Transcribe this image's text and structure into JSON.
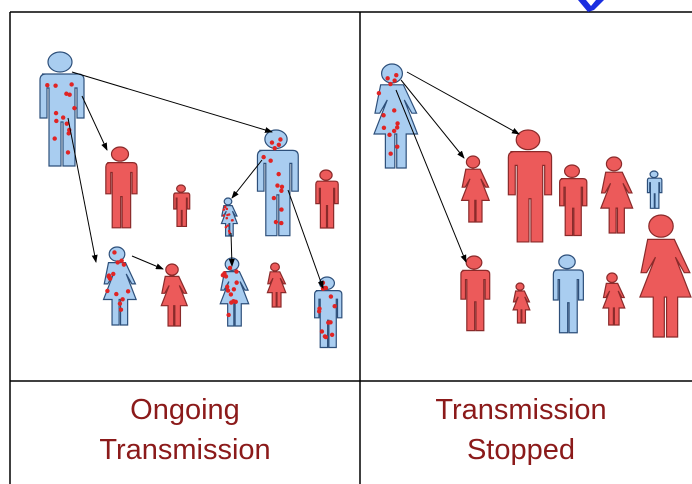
{
  "colors": {
    "infected": "#a9cdf0",
    "infected_outline": "#2d4f7a",
    "dot": "#e02424",
    "red_person": "#ec5a5a",
    "red_outline": "#8a2a2a",
    "healthy_blue": "#a9cdf0",
    "caption": "#8b1a1a",
    "title_fragment": "#1a2ee0",
    "grid": "#000000",
    "arrow": "#000000"
  },
  "panels": [
    {
      "id": "ongoing",
      "caption_line1": "Ongoing",
      "caption_line2": "Transmission"
    },
    {
      "id": "stopped",
      "caption_line1": "Transmission",
      "caption_line2": "Stopped"
    }
  ]
}
